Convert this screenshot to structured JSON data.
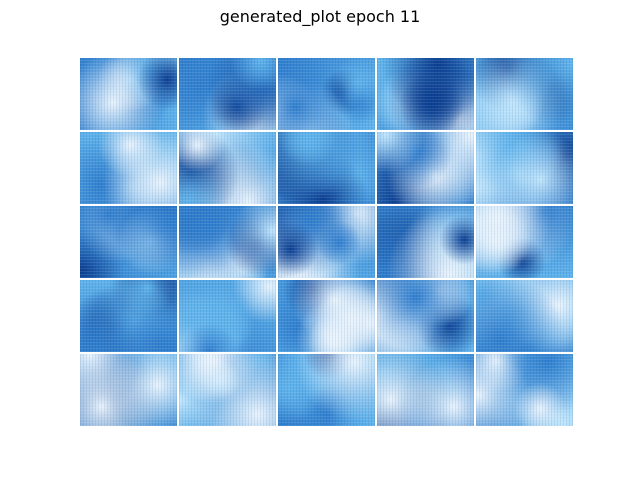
{
  "figure": {
    "title": "generated_plot epoch 11"
  },
  "grid": {
    "rows": 5,
    "cols": 5,
    "palette": {
      "light": "#bfe6ff",
      "sky": "#5fb4ee",
      "mid": "#2f7fd0",
      "dark": "#0b3f93",
      "pale": "#e8f4ff"
    }
  }
}
